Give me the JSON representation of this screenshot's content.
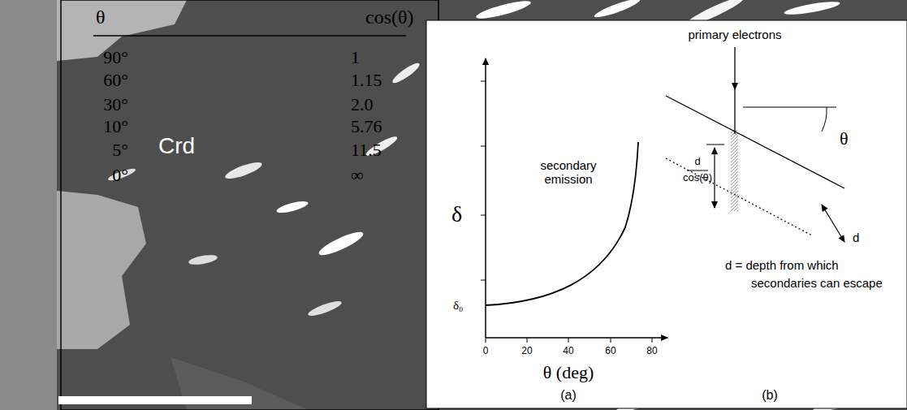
{
  "diagram": {
    "labels": [
      "θ",
      "cos(θ)",
      "90°",
      "60°",
      "30°",
      "10°",
      "5°",
      "0°",
      "1",
      "1.15",
      "2.0",
      "5.76",
      "11.5",
      "∞",
      "Crd",
      "δ",
      "δ₀",
      "secondary emission",
      "0",
      "20",
      "40",
      "60",
      "80",
      "θ (deg)",
      "(a)",
      "primary electrons",
      "d",
      "cos(θ)",
      "θ",
      "d",
      "d = depth from which",
      "secondaries can escape",
      "(b)"
    ]
  }
}
